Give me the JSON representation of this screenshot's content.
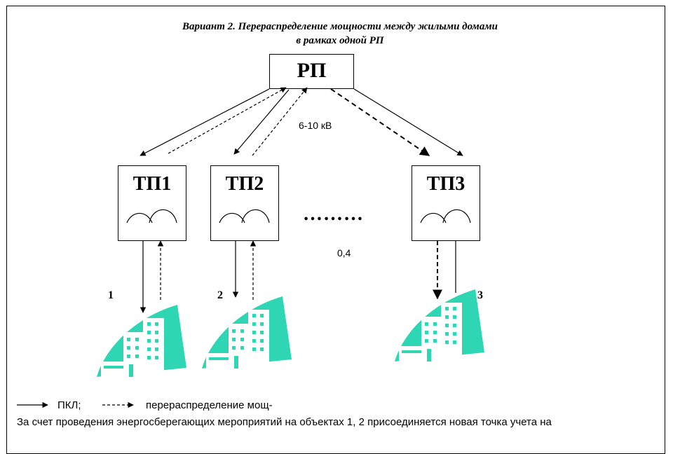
{
  "title": {
    "line1": "Вариант 2. Перераспределение мощности между жилыми домами",
    "line2": "в рамках одной РП"
  },
  "nodes": {
    "rp": "РП",
    "tp1": "ТП1",
    "tp2": "ТП2",
    "tp3": "ТП3"
  },
  "labels": {
    "voltage_high": "6-10 кВ",
    "voltage_low": "0,4",
    "ellipsis": "………",
    "building1": "1",
    "building2": "2",
    "building3": "3"
  },
  "legend": {
    "solid": "ПКЛ;",
    "dashed": "перераспределение мощ-"
  },
  "footer": "За счет проведения энергосберегающих мероприятий на объектах 1, 2 присоединяется новая точка учета на",
  "colors": {
    "building": "#2fd6b4",
    "line": "#000000"
  }
}
